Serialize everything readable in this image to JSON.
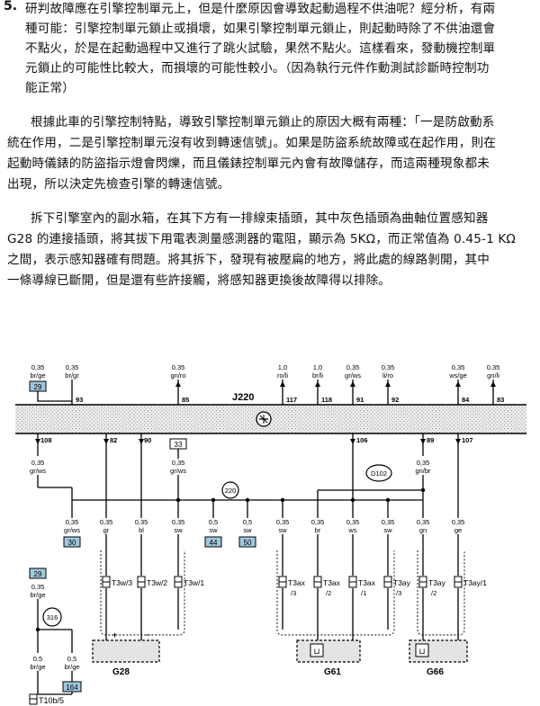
{
  "paragraphs": {
    "p1_num": "5.",
    "p1": [
      "研判故障應在引擎控制單元上，但是什麼原因會導致起動過程不供油呢？經分析，有兩",
      "種可能：引擎控制單元鎖止或損壞，如果引擎控制單元鎖止，則起動時除了不供油還會",
      "不點火，於是在起動過程中又進行了跳火試驗，果然不點火。這樣看來，發動機控制單",
      "元鎖止的可能性比較大，而損壞的可能性較小。（因為執行元件作動測試診斷時控制功",
      "能正常）"
    ],
    "p2": [
      "根據此車的引擎控制特點，導致引擎控制單元鎖止的原因大概有兩種：「一是防啟動系",
      "統在作用，二是引擎控制單元沒有收到轉速信號」。如果是防盜系統故障或在起作用，則在",
      "起動時儀錶的防盜指示燈會閃爍，而且儀錶控制單元內會有故障儲存，而這兩種現象都未",
      "出現，所以決定先檢查引擎的轉速信號。"
    ],
    "p3": [
      "拆下引擎室內的副水箱，在其下方有一排線束插頭，其中灰色插頭為曲軸位置感知器",
      "G28 的連接插頭，將其拔下用電表測量感測器的電阻，顯示為 5KΩ，而正常值為 0.45-1 KΩ",
      "之間，表示感知器確有問題。將其拆下，發現有被壓扁的地方，將此處的線路剝開，其中",
      "一條導線已斷開，但是還有些許接觸，將感知器更換後故障得以排除。"
    ]
  },
  "diagram": {
    "ecu_label": "J220",
    "top_wires": [
      {
        "size": "0,35",
        "color": "br/ge",
        "pin": "93",
        "box": "29"
      },
      {
        "size": "0,35",
        "color": "br/gr",
        "pin": ""
      },
      {
        "size": "0,35",
        "color": "gn/ro",
        "pin": "85"
      },
      {
        "size": "1,0",
        "color": "ro/li",
        "pin": "117"
      },
      {
        "size": "1,0",
        "color": "br/li",
        "pin": "118"
      },
      {
        "size": "0,35",
        "color": "gr/ws",
        "pin": "91"
      },
      {
        "size": "0,35",
        "color": "li/ro",
        "pin": "92"
      },
      {
        "size": "0,35",
        "color": "ws/ge",
        "pin": "84"
      },
      {
        "size": "0,35",
        "color": "gn/li",
        "pin": "83"
      }
    ],
    "bottom_pins": [
      "108",
      "82",
      "90",
      "106",
      "89",
      "107"
    ],
    "mid_wires": [
      {
        "size": "0,35",
        "color": "gr/ws"
      },
      {
        "size": "0,35",
        "color": "gr/ws"
      },
      {
        "size": "0,35",
        "color": "gn/br"
      }
    ],
    "box_33": "33",
    "circle_220": "220",
    "d102": "D102",
    "lower_wires": [
      {
        "size": "0,35",
        "color": "gr/ws",
        "box": "30"
      },
      {
        "size": "0,35",
        "color": "gr"
      },
      {
        "size": "0,35",
        "color": "bl"
      },
      {
        "size": "0,35",
        "color": "sw"
      },
      {
        "size": "0,5",
        "color": "sw",
        "box": "44"
      },
      {
        "size": "0,5",
        "color": "sw",
        "box": "50"
      },
      {
        "size": "0,35",
        "color": "sw"
      },
      {
        "size": "0,35",
        "color": "br"
      },
      {
        "size": "0,35",
        "color": "ws"
      },
      {
        "size": "0,35",
        "color": "sw"
      },
      {
        "size": "0,35",
        "color": "gn"
      },
      {
        "size": "0,35",
        "color": "ge"
      }
    ],
    "connectors": {
      "t3w": [
        "T3w/3",
        "T3w/2",
        "T3w/1"
      ],
      "t3ax": [
        "T3ax",
        "T3ax",
        "T3ax"
      ],
      "t3ax_sub": [
        "/3",
        "/2",
        "/1"
      ],
      "t3ay": [
        "T3ay",
        "T3ay",
        "T3ay/1"
      ],
      "t3ay_sub": [
        "/3",
        "/2",
        ""
      ]
    },
    "sensors": [
      "G28",
      "G61",
      "G66"
    ],
    "plus": "+",
    "minus": "−",
    "box_29_b": "29",
    "left_size": "0,35",
    "left_color": "br/ge",
    "circle_316": "316",
    "bl_wires": [
      {
        "size": "0,5",
        "color": "br/ge"
      },
      {
        "size": "0,5",
        "color": "br/ge"
      }
    ],
    "box_164": "164",
    "t10": "T10b/5"
  }
}
